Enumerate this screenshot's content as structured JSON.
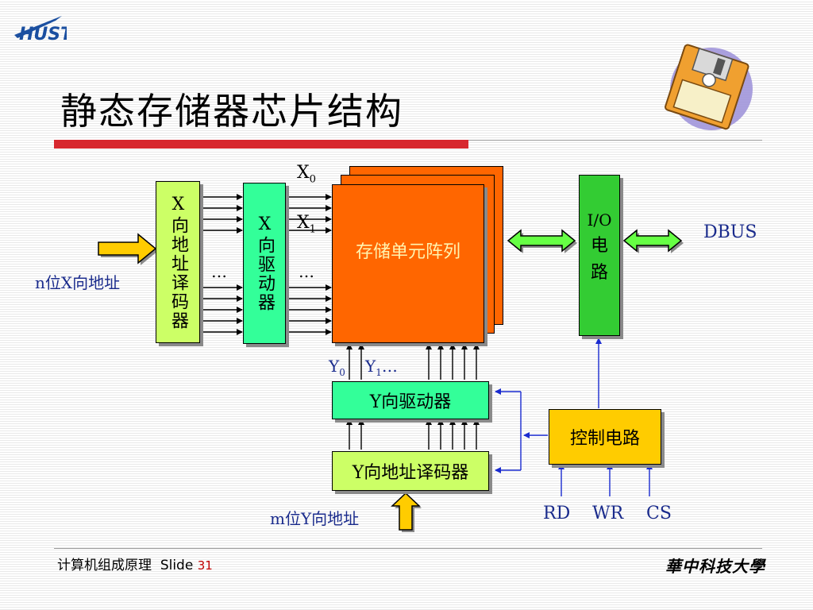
{
  "slide": {
    "title": "静态存储器芯片结构",
    "footer_course": "计算机组成原理",
    "footer_slide_word": "Slide",
    "footer_slide_num": "31",
    "university": "華中科技大學",
    "logo_text": "HUST"
  },
  "diagram": {
    "x_decoder": "X向地址译码器",
    "x_driver": "X向驱动器",
    "memory_array": "存储单元阵列",
    "io_circuit_line1": "I/O",
    "io_circuit_line2": "电",
    "io_circuit_line3": "路",
    "y_driver": "Y向驱动器",
    "y_decoder": "Y向地址译码器",
    "control_circuit": "控制电路",
    "x_address_label": "n位X向地址",
    "y_address_label": "m位Y向地址",
    "dbus_label": "DBUS",
    "x0": "X",
    "x0_sub": "0",
    "x1": "X",
    "x1_sub": "1",
    "y0": "Y",
    "y0_sub": "0",
    "y1": "Y",
    "y1_sub": "1",
    "ellipsis": "…",
    "signal_rd": "RD",
    "signal_wr": "WR",
    "signal_cs": "CS"
  },
  "colors": {
    "x_decoder": "#ccff66",
    "x_driver": "#33ff99",
    "memory_array": "#ff6600",
    "io_circuit": "#33cc33",
    "y_driver": "#33ff99",
    "y_decoder": "#ccff66",
    "control_circuit": "#ffcc00",
    "title_bar": "#d7282f",
    "label_blue": "#1a2b8c"
  }
}
